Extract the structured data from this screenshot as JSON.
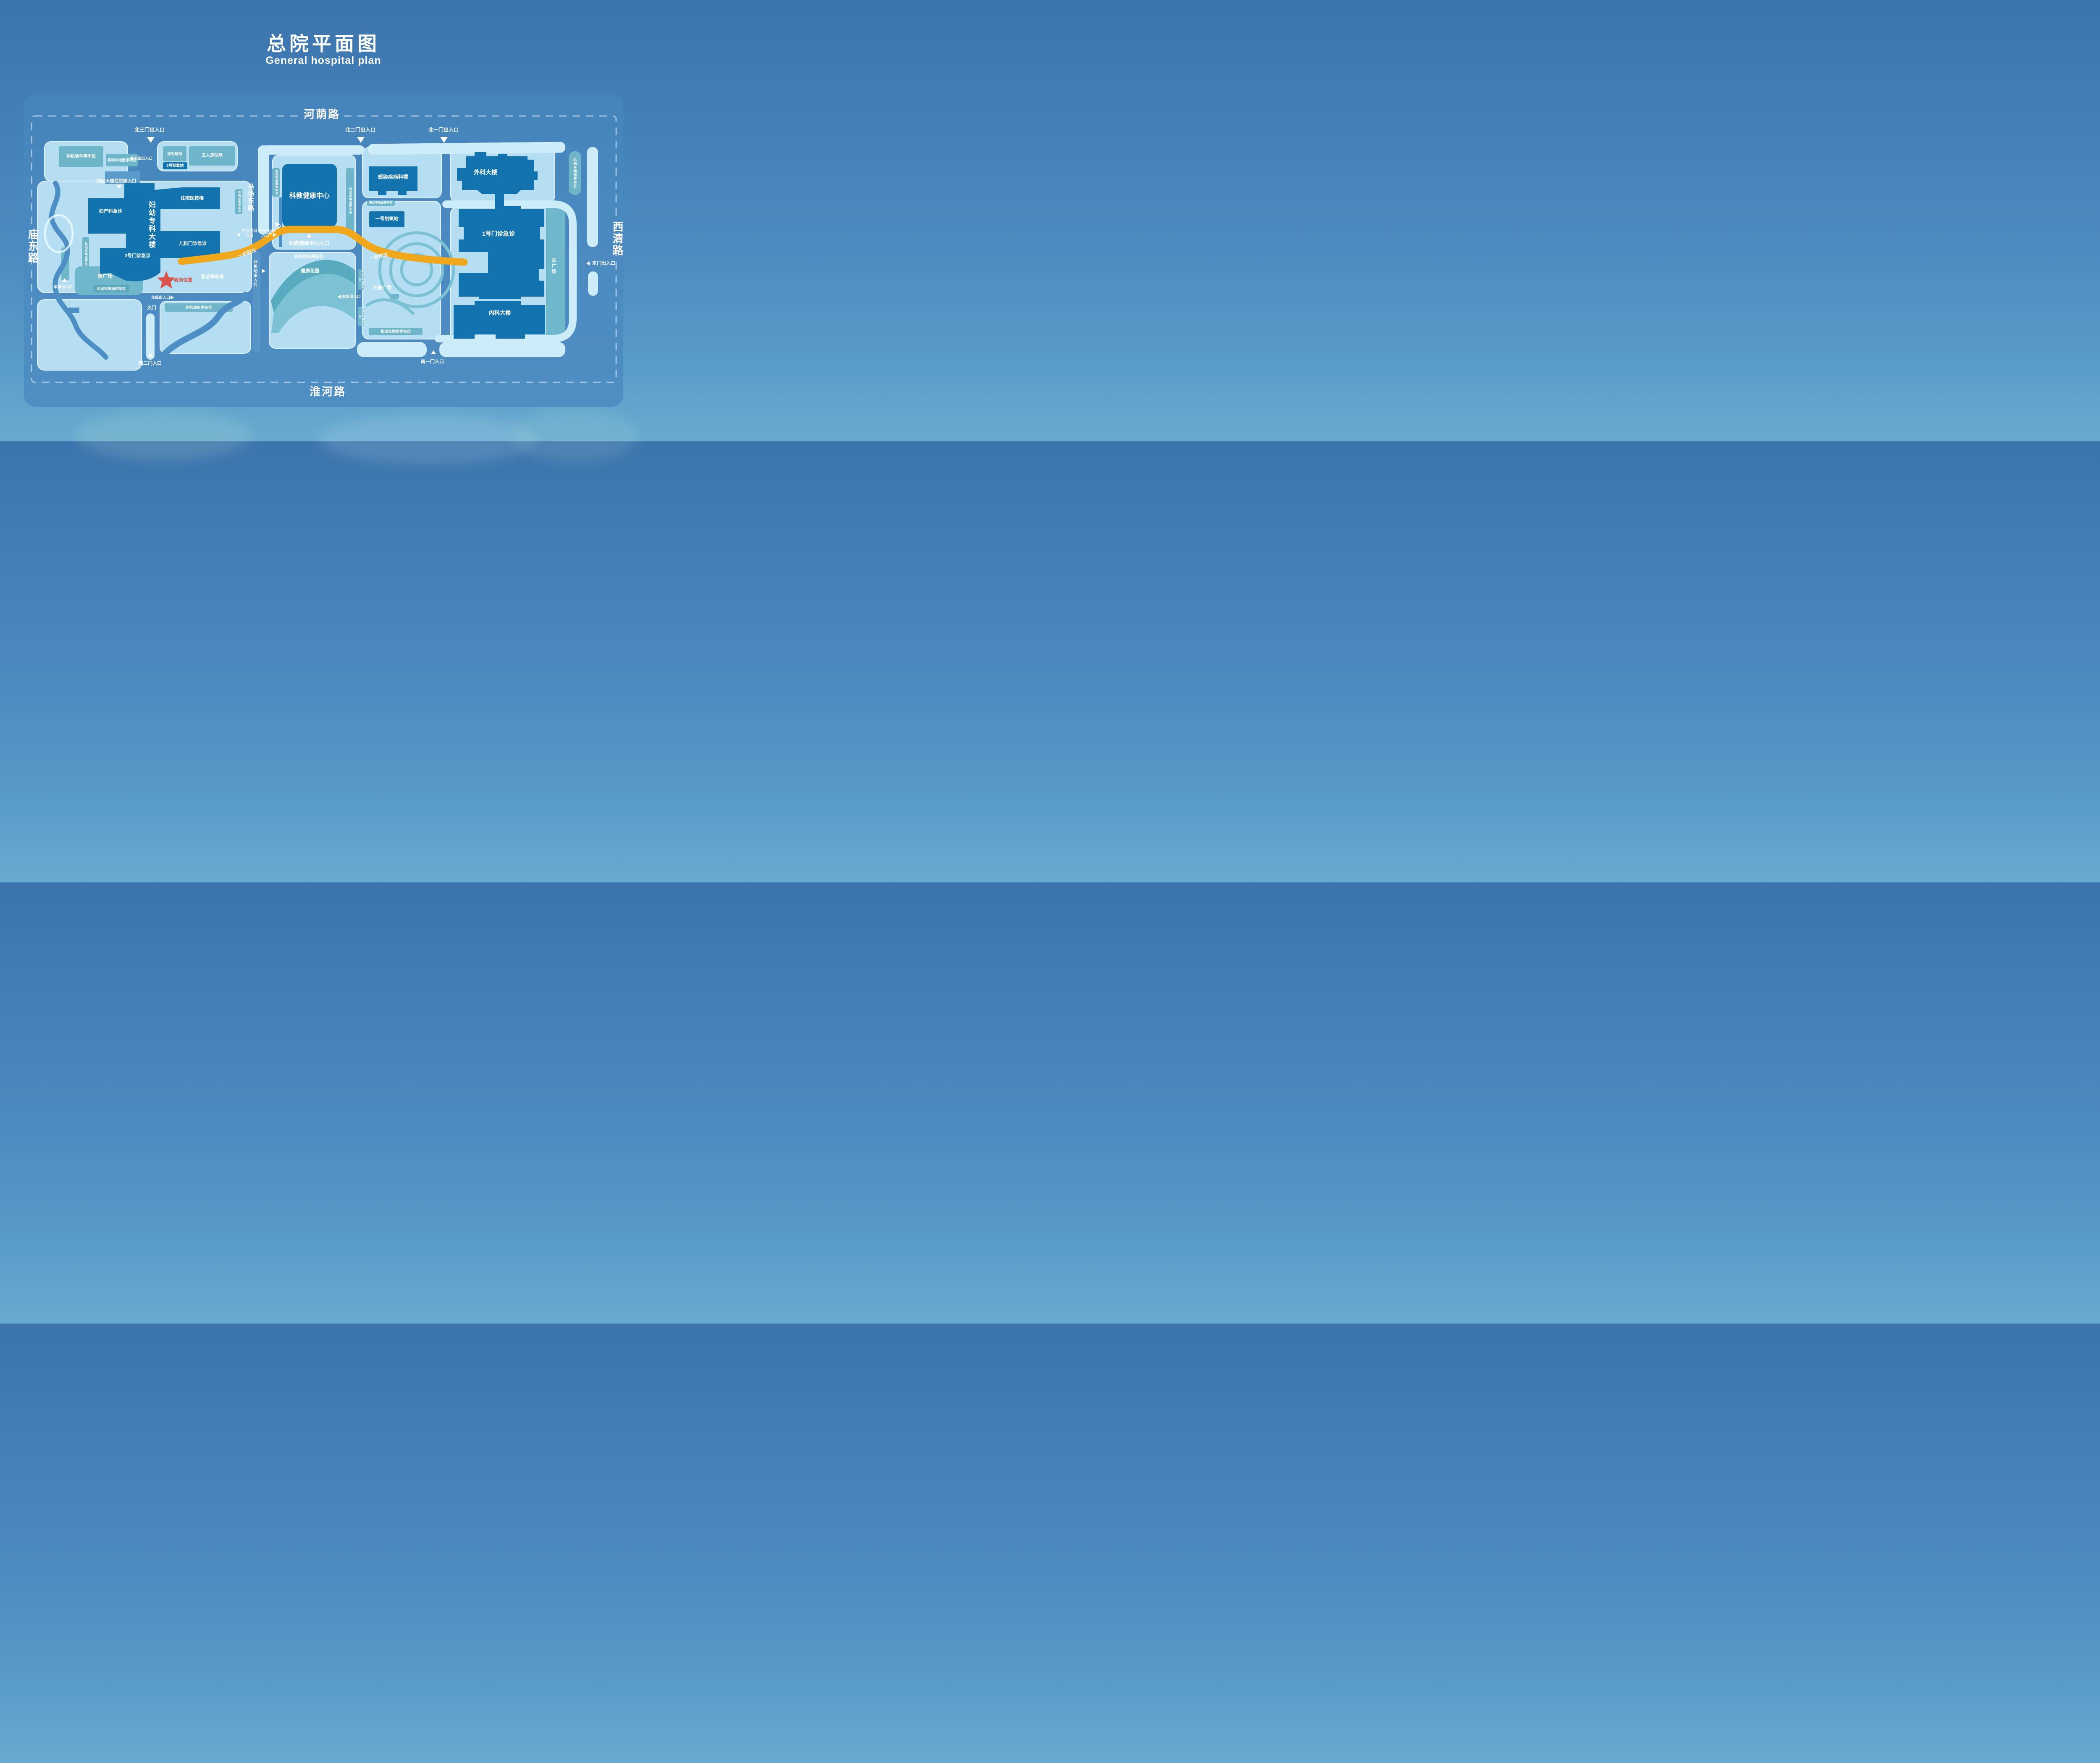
{
  "title": {
    "zh": "总院平面图",
    "en": "General hospital plan"
  },
  "roads": {
    "north": "河荫路",
    "south": "淮河路",
    "west": "庙东路",
    "east": "西清路",
    "inner": "马场东路"
  },
  "buildings": {
    "maternity_tower": "妇幼专科大楼",
    "maternity_er": "妇产科急诊",
    "inpatient_tech": "住院医技楼",
    "pediatric_er": "儿科门诊急诊",
    "clinic2": "2号门诊急诊",
    "edu_health_center": "科教健康中心",
    "infection": "感染疾病科楼",
    "surgery": "外科大楼",
    "clinic1": "1号门诊急诊",
    "internal_medicine": "内科大楼",
    "oxygen1": "一号制氧站",
    "oxygen2": "2号制氧站"
  },
  "areas": {
    "south_square": "南广场",
    "angel_square": "天使广场",
    "east_square": "东广场",
    "health_garden": "健康花园",
    "badminton": "羽毛球场",
    "football": "五人足球场",
    "er_parking_belt": "急诊停车带"
  },
  "parking": {
    "non_motor": "非机动车停车位",
    "motor_ground": "机动车地面停车位"
  },
  "gates": {
    "north3": "北三门出入口",
    "north2": "北二门出入口",
    "north1": "北一门出入口",
    "maternity_inpatient": "妇幼大楼住院部入口",
    "garage_inout": "车库出入口",
    "garage_in": "车库入口",
    "mid2": "中二门出入口",
    "mid1": "中一门出入口",
    "edu_center_entrance": "科教健康中心入口",
    "non_motor_entrance": "非机动车入口",
    "east_gate": "东门出入口",
    "south1": "南一门入口",
    "south2": "南二门入口",
    "main_gate": "大门"
  },
  "path": {
    "sunshine": "一步阳光"
  },
  "marker": {
    "my_location": "我的位置"
  },
  "colors": {
    "background_top": "#3c74ad",
    "panel": "#4b8ac1",
    "block": "#b5def2",
    "road_strip": "#cdecfa",
    "building": "#1273af",
    "teal_label": "#6fb5c9",
    "teal_band": "#58aabf",
    "garden": "#7cc2d4",
    "sunshine_path": "#f0a71c",
    "location_red": "#d9534b",
    "river": "#4d8fc4"
  }
}
